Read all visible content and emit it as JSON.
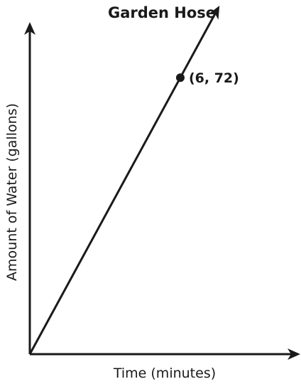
{
  "chart_data": {
    "type": "line",
    "title": "Garden Hose",
    "xlabel": "Time (minutes)",
    "ylabel": "Amount of Water (gallons)",
    "grid": false,
    "series": [
      {
        "points": [
          {
            "x": 0,
            "y": 0
          },
          {
            "x": 6,
            "y": 72
          }
        ]
      }
    ],
    "annotations": [
      {
        "x": 6,
        "y": 72,
        "label": "(6, 72)"
      }
    ],
    "colors": {
      "ink": "#1a1a1a"
    }
  }
}
